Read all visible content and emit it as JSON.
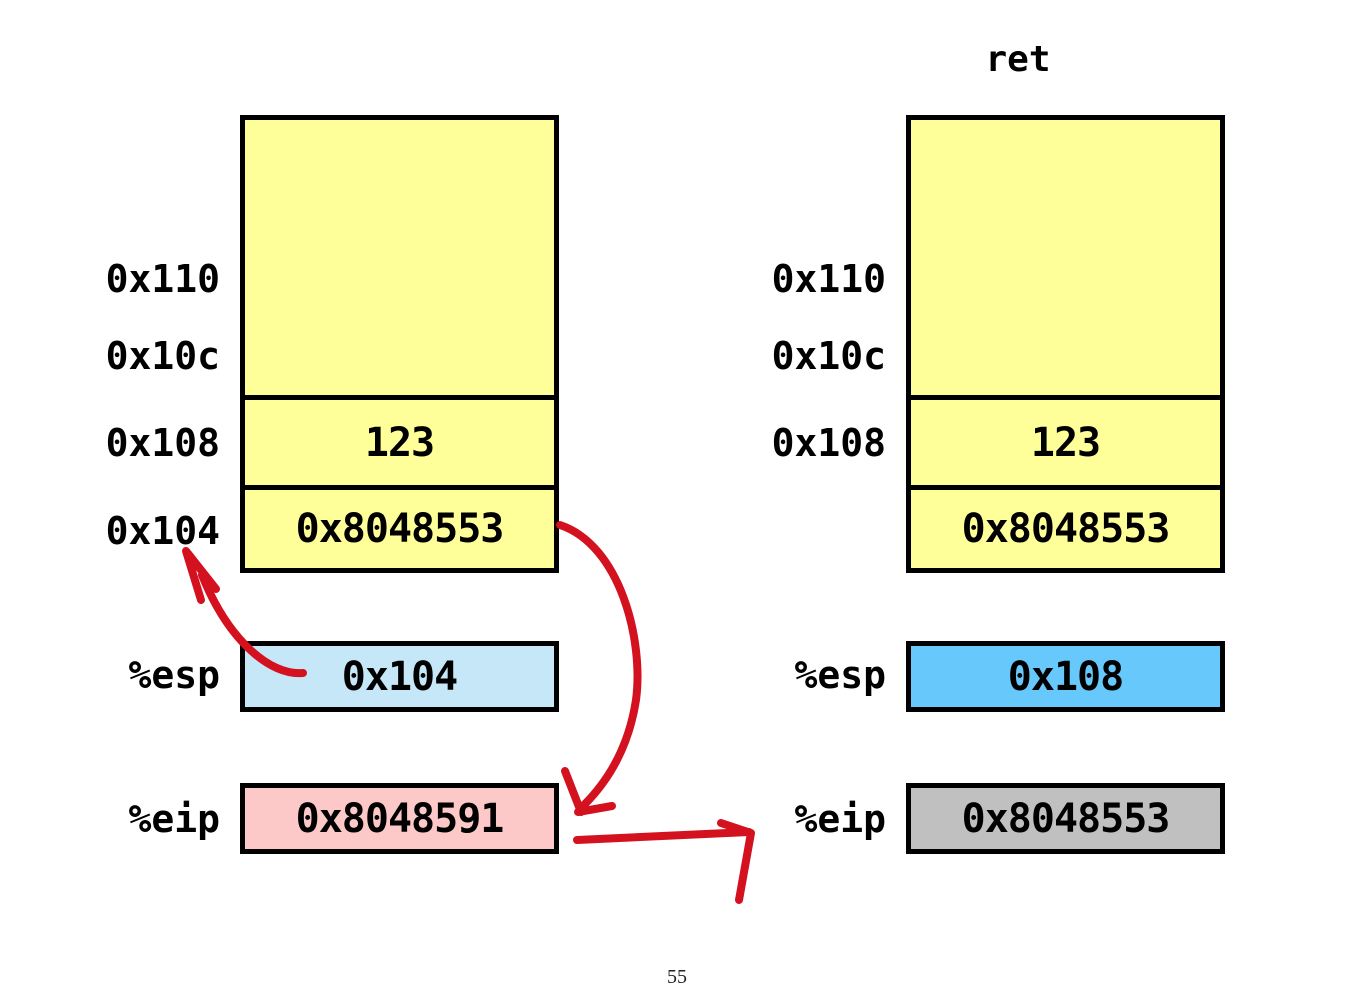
{
  "slide": {
    "page_number": "55",
    "operation_label": "ret"
  },
  "colors": {
    "stack_fill": "#FFFF99",
    "esp_before_fill": "#C5E7F7",
    "esp_after_fill": "#67C8FB",
    "eip_before_fill": "#FCC8C8",
    "eip_after_fill": "#C0C0C0",
    "border": "#000000",
    "arrow": "#D4111E"
  },
  "before": {
    "address_labels": [
      "0x110",
      "0x10c",
      "0x108",
      "0x104"
    ],
    "stack_cells": [
      {
        "address": "0x110",
        "value": ""
      },
      {
        "address": "0x108",
        "value": "123"
      },
      {
        "address": "0x104",
        "value": "0x8048553"
      }
    ],
    "registers": [
      {
        "name": "%esp",
        "value": "0x104"
      },
      {
        "name": "%eip",
        "value": "0x8048591"
      }
    ]
  },
  "after": {
    "address_labels": [
      "0x110",
      "0x10c",
      "0x108"
    ],
    "stack_cells": [
      {
        "address": "0x110",
        "value": ""
      },
      {
        "address": "0x108",
        "value": "123"
      },
      {
        "address": "0x104",
        "value": "0x8048553"
      }
    ],
    "registers": [
      {
        "name": "%esp",
        "value": "0x108"
      },
      {
        "name": "%eip",
        "value": "0x8048553"
      }
    ]
  },
  "annotations": {
    "esp_points_to_stack": "arrow from %esp value to stack slot 0x104",
    "return_address_to_eip": "arrow from stack slot 0x8048553 down to %eip",
    "state_transition": "arrow from before-state %eip to after-state %eip"
  }
}
